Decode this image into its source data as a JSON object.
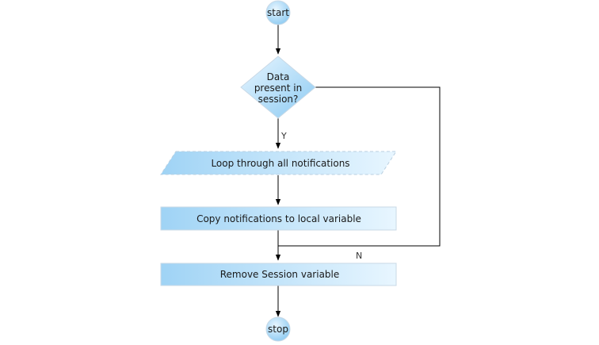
{
  "nodes": {
    "start": {
      "label": "start"
    },
    "decision": {
      "lines": [
        "Data",
        "present in",
        "session?"
      ]
    },
    "loop": {
      "label": "Loop through all notifications"
    },
    "copy": {
      "label": "Copy notifications to local variable"
    },
    "remove": {
      "label": "Remove Session variable"
    },
    "stop": {
      "label": "stop"
    }
  },
  "edges": {
    "yes_label": "Y",
    "no_label": "N"
  },
  "colors": {
    "fill_light": "#e2f3ff",
    "fill_dark": "#9fd3f5",
    "connector": "#000000"
  }
}
